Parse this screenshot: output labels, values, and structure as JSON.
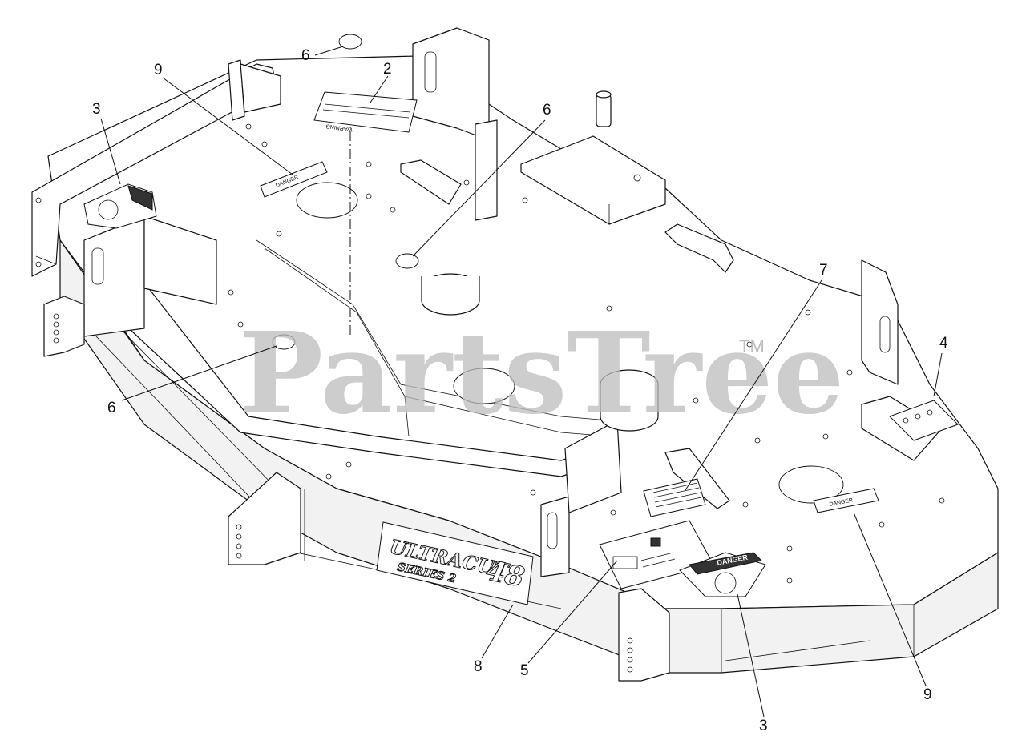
{
  "watermark": {
    "brand": "PartsTree",
    "trademark": "TM"
  },
  "callouts": [
    {
      "id": "c-6-top",
      "label": "6"
    },
    {
      "id": "c-2",
      "label": "2"
    },
    {
      "id": "c-9-left",
      "label": "9"
    },
    {
      "id": "c-3-left",
      "label": "3"
    },
    {
      "id": "c-6-mid",
      "label": "6"
    },
    {
      "id": "c-6-left",
      "label": "6"
    },
    {
      "id": "c-7",
      "label": "7"
    },
    {
      "id": "c-4",
      "label": "4"
    },
    {
      "id": "c-8",
      "label": "8"
    },
    {
      "id": "c-5",
      "label": "5"
    },
    {
      "id": "c-3-bottom",
      "label": "3"
    },
    {
      "id": "c-9-right",
      "label": "9"
    }
  ],
  "decals": {
    "warning": "WARNING",
    "danger": "DANGER",
    "danger_small_left": "DANGER",
    "danger_small_right": "DANGER",
    "logo_main": "ULTRACUT",
    "logo_series": "SERIES 2",
    "logo_size": "48"
  }
}
